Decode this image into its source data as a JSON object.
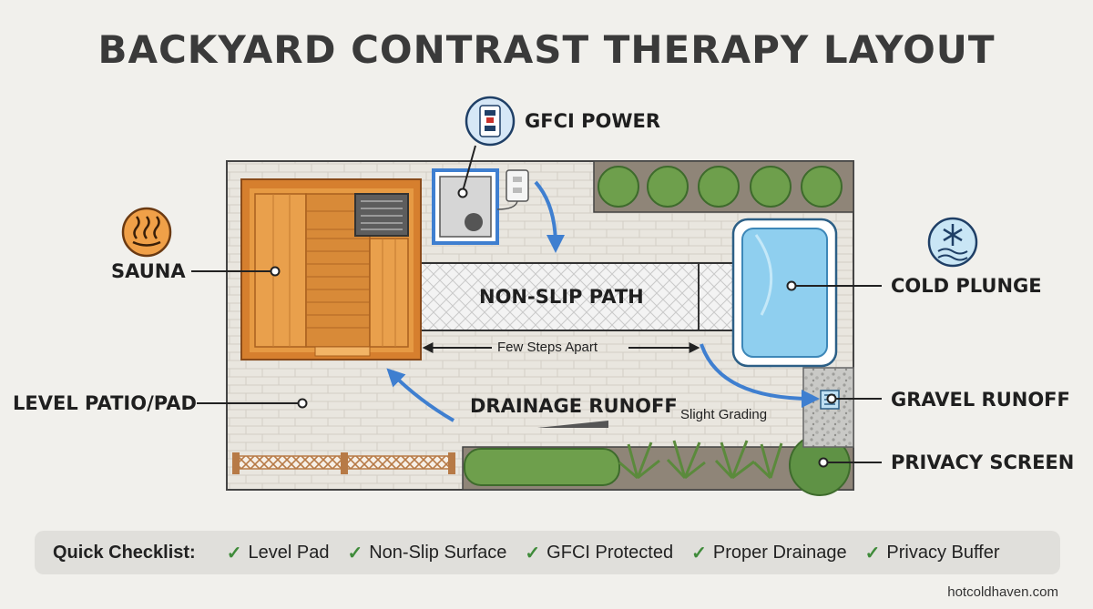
{
  "title": "BACKYARD CONTRAST THERAPY LAYOUT",
  "labels": {
    "gfci_power": "GFCI POWER",
    "sauna": "SAUNA",
    "cold_plunge": "COLD PLUNGE",
    "level_patio": "LEVEL PATIO/PAD",
    "gravel_runoff": "GRAVEL RUNOFF",
    "privacy_screen": "PRIVACY SCREEN",
    "non_slip_path": "NON-SLIP PATH",
    "few_steps_apart": "Few Steps Apart",
    "drainage_runoff": "DRAINAGE RUNOFF",
    "slight_grading": "Slight Grading"
  },
  "checklist": {
    "label": "Quick Checklist:",
    "items": [
      "Level Pad",
      "Non-Slip Surface",
      "GFCI Protected",
      "Proper Drainage",
      "Privacy Buffer"
    ]
  },
  "footer": "hotcoldhaven.com",
  "icons": {
    "gfci": "outlet-icon",
    "sauna": "steam-icon",
    "cold": "snowflake-icon"
  },
  "colors": {
    "sauna_wood": "#e69a43",
    "water": "#8fcfef",
    "accent_blue": "#3f7fd0",
    "hedge_green": "#6a9a4a",
    "gfci_red": "#c8312b"
  }
}
